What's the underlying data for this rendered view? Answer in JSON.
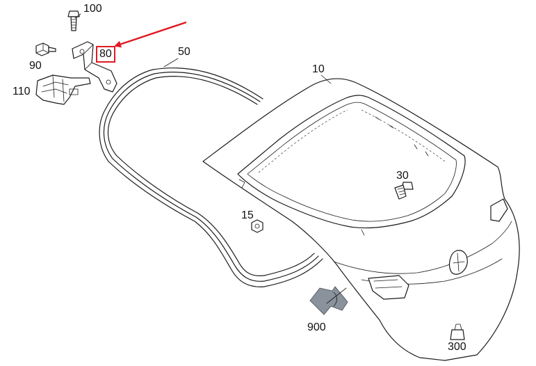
{
  "labels": {
    "p100": "100",
    "p90": "90",
    "p80": "80",
    "p110": "110",
    "p50": "50",
    "p10": "10",
    "p30": "30",
    "p15": "15",
    "p900": "900",
    "p300": "300"
  },
  "highlight": {
    "part": "80",
    "color": "#e11b22"
  },
  "colors": {
    "line": "#1a1a1a",
    "pad": "#8a929c"
  }
}
